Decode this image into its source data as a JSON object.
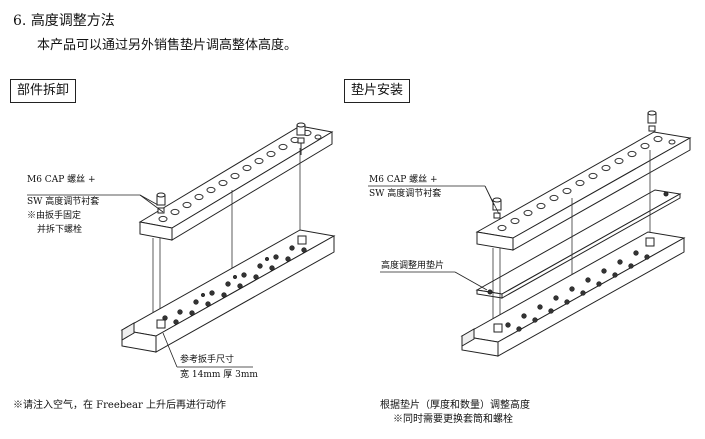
{
  "section": {
    "number": "6.",
    "title": "高度调整方法",
    "description": "本产品可以通过另外销售垫片调高整体高度。"
  },
  "left_panel": {
    "label": "部件拆卸",
    "callout_bolt_line1": "M6 CAP 螺丝 +",
    "callout_bolt_line2": "SW 高度调节衬套",
    "callout_note_line1": "※由扳手固定",
    "callout_note_line2": "并拆下螺栓",
    "wrench_line1": "参考扳手尺寸",
    "wrench_line2": "宽 14mm 厚 3mm",
    "footer_note": "※请注入空气，在 Freebear 上升后再进行动作"
  },
  "right_panel": {
    "label": "垫片安装",
    "callout_bolt_line1": "M6 CAP 螺丝 +",
    "callout_bolt_line2": "SW 高度调节衬套",
    "shim_label": "高度调整用垫片",
    "footer_line1": "根据垫片（厚度和数量）调整高度",
    "footer_line2": "※同时需要更换套筒和螺栓"
  }
}
